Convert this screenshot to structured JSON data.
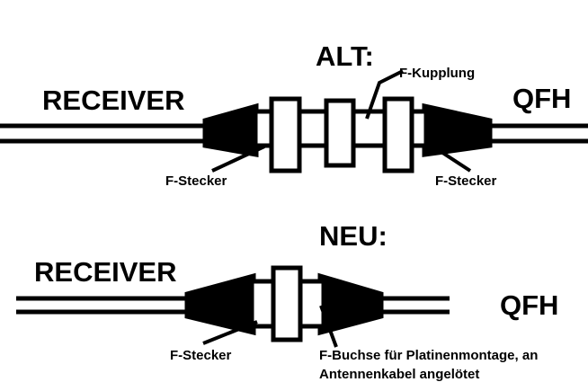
{
  "colors": {
    "ink": "#000000",
    "background": "#ffffff"
  },
  "top": {
    "heading": "ALT:",
    "left_label": "RECEIVER",
    "right_label": "QFH",
    "coupling_label": "F-Kupplung",
    "left_plug_label": "F-Stecker",
    "right_plug_label": "F-Stecker"
  },
  "bottom": {
    "heading": "NEU:",
    "left_label": "RECEIVER",
    "right_label": "QFH",
    "plug_label": "F-Stecker",
    "socket_label_line1": "F-Buchse für Platinenmontage, an",
    "socket_label_line2": "Antennenkabel angelötet"
  }
}
